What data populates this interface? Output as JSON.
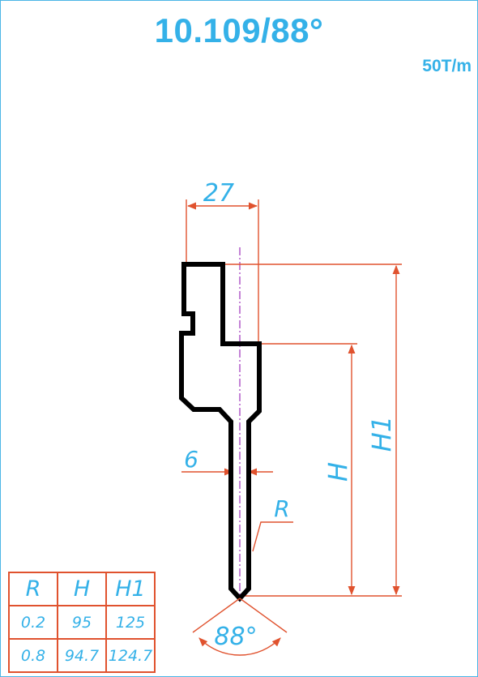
{
  "header": {
    "title": "10.109/88°",
    "capacity": "50T/m"
  },
  "dimensions": {
    "width": "27",
    "blade_thickness": "6",
    "radius": "R",
    "height": "H",
    "total_height": "H1",
    "angle": "88°"
  },
  "colors": {
    "dimension_text": "#34b1e8",
    "dimension_line": "#e0522e",
    "profile": "#000000",
    "centerline": "#b05ac8",
    "frame": "#4bb6e6"
  },
  "spec_table": {
    "headers": [
      "R",
      "H",
      "H1"
    ],
    "rows": [
      [
        "0.2",
        "95",
        "125"
      ],
      [
        "0.8",
        "94.7",
        "124.7"
      ]
    ]
  }
}
